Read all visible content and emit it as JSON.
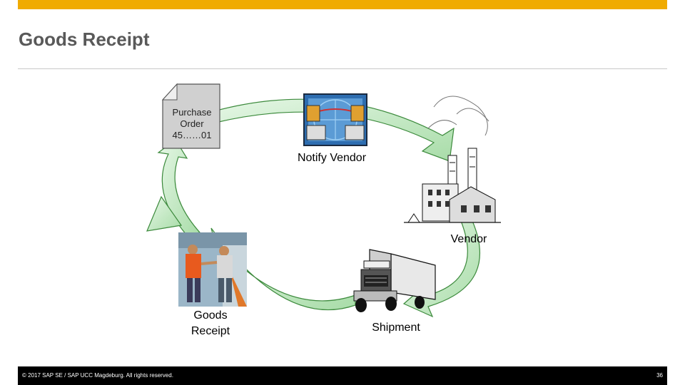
{
  "header": {
    "title": "Goods Receipt"
  },
  "purchase_order": {
    "line1": "Purchase",
    "line2": "Order",
    "line3": "45……01"
  },
  "steps": {
    "notify_vendor": "Notify Vendor",
    "vendor": "Vendor",
    "shipment": "Shipment",
    "goods_receipt_line1": "Goods",
    "goods_receipt_line2": "Receipt"
  },
  "footer": {
    "copyright": "© 2017 SAP SE / SAP UCC Magdeburg. All rights reserved.",
    "page_number": "36"
  },
  "colors": {
    "accent_bar": "#f0ab00",
    "arrow_fill": "#c6ecc6",
    "arrow_stroke": "#3c8a3c"
  }
}
